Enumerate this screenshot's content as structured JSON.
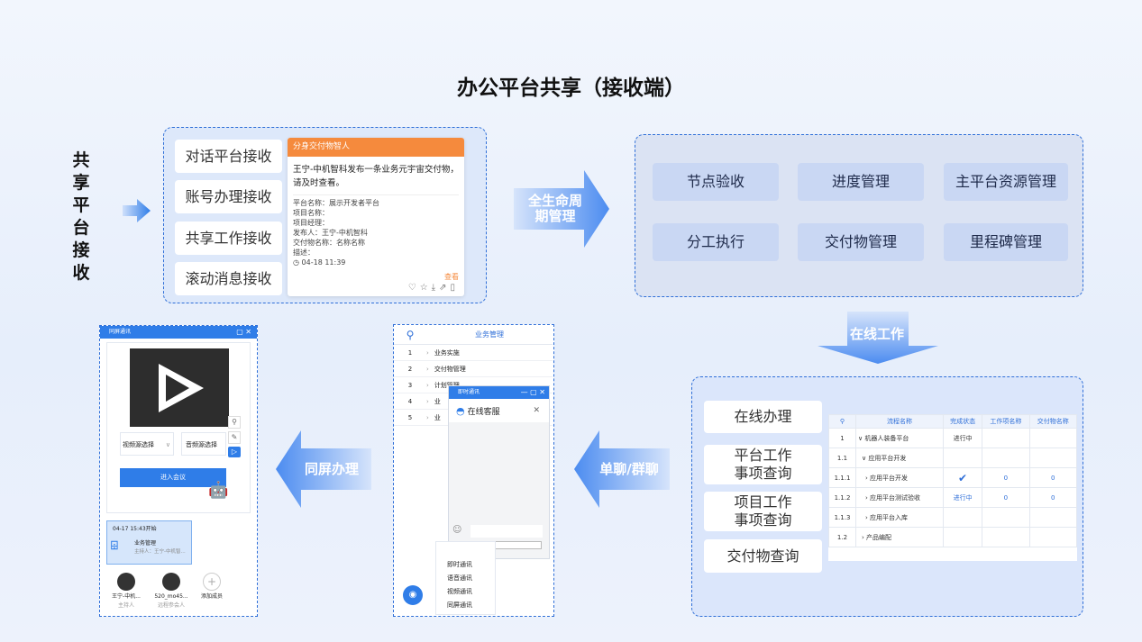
{
  "title": "办公平台共享（接收端）",
  "side_label": [
    "共",
    "享",
    "平",
    "台",
    "接",
    "收"
  ],
  "receive_buttons": [
    "对话平台接收",
    "账号办理接收",
    "共享工作接收",
    "滚动消息接收"
  ],
  "message_card": {
    "header": "分身交付物智人",
    "text": "王宁-中机智科发布一条业务元宇宙交付物，请及时查看。",
    "fields": [
      "平台名称：展示开发者平台",
      "项目名称：",
      "项目经理：",
      "发布人：王宁-中机智科",
      "交付物名称：名称名称",
      "描述："
    ],
    "time": "04-18 11:39",
    "view": "查看"
  },
  "arrow_lifecycle": "全生命周期管理",
  "arrow_online": "在线工作",
  "arrow_chat": "单聊/群聊",
  "arrow_screen": "同屏办理",
  "lifecycle_items": [
    "节点验收",
    "进度管理",
    "主平台资源管理",
    "分工执行",
    "交付物管理",
    "里程碑管理"
  ],
  "work_buttons": [
    "在线办理",
    "平台工作事项查询",
    "项目工作事项查询",
    "交付物查询"
  ],
  "work_table": {
    "headers": [
      "流程名称",
      "完成状态",
      "工作项名称",
      "交付物名称"
    ],
    "rows": [
      {
        "no": "1",
        "name": "机器人装备平台",
        "status": "进行中",
        "item": "",
        "deliv": ""
      },
      {
        "no": "1.1",
        "name": "应用平台开发",
        "status": "",
        "item": "",
        "deliv": ""
      },
      {
        "no": "1.1.1",
        "name": "应用平台开发",
        "status": "✔",
        "item": "0",
        "deliv": "0"
      },
      {
        "no": "1.1.2",
        "name": "应用平台测试验收",
        "status": "进行中",
        "item": "0",
        "deliv": "0"
      },
      {
        "no": "1.1.3",
        "name": "应用平台入库",
        "status": "",
        "item": "",
        "deliv": ""
      },
      {
        "no": "1.2",
        "name": "产品编配",
        "status": "",
        "item": "",
        "deliv": ""
      }
    ]
  },
  "business_panel": {
    "header": "业务管理",
    "rows": [
      {
        "no": "1",
        "label": "业务实施"
      },
      {
        "no": "2",
        "label": "交付物管理"
      },
      {
        "no": "3",
        "label": "计划管理"
      },
      {
        "no": "4",
        "label": "业"
      },
      {
        "no": "5",
        "label": "业"
      }
    ],
    "chat_window_title": "即时通讯",
    "chat_contact": "在线客服",
    "menu": [
      "即时通讯",
      "语音通讯",
      "视频通讯",
      "同屏通讯"
    ]
  },
  "screen_panel": {
    "title": "同屏通讯",
    "video_select": "视频源选择",
    "audio_select": "音频源选择",
    "join_button": "进入会议",
    "meeting_time": "04-17 15:43开始",
    "meeting_name": "业务管理",
    "meeting_host": "主持人：王宁-中机智...",
    "members": [
      {
        "name": "王宁-中机...",
        "role": "主持人"
      },
      {
        "name": "520_mo45...",
        "role": "远程参会人"
      },
      {
        "name": "添加成员",
        "role": ""
      }
    ]
  },
  "colors": {
    "accent": "#2f6fd8",
    "orange": "#f58a3d",
    "arrow": "#4e8ef0"
  }
}
